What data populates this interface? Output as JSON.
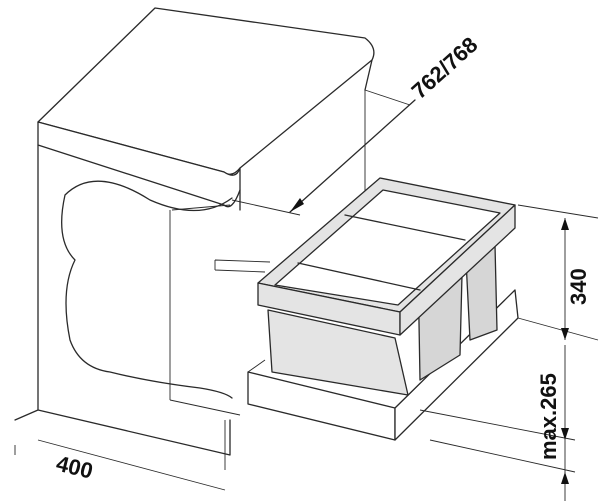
{
  "dimensions": {
    "depth": "762/768",
    "height": "340",
    "max_siphon_height": "max.265",
    "cabinet_width": "400"
  }
}
